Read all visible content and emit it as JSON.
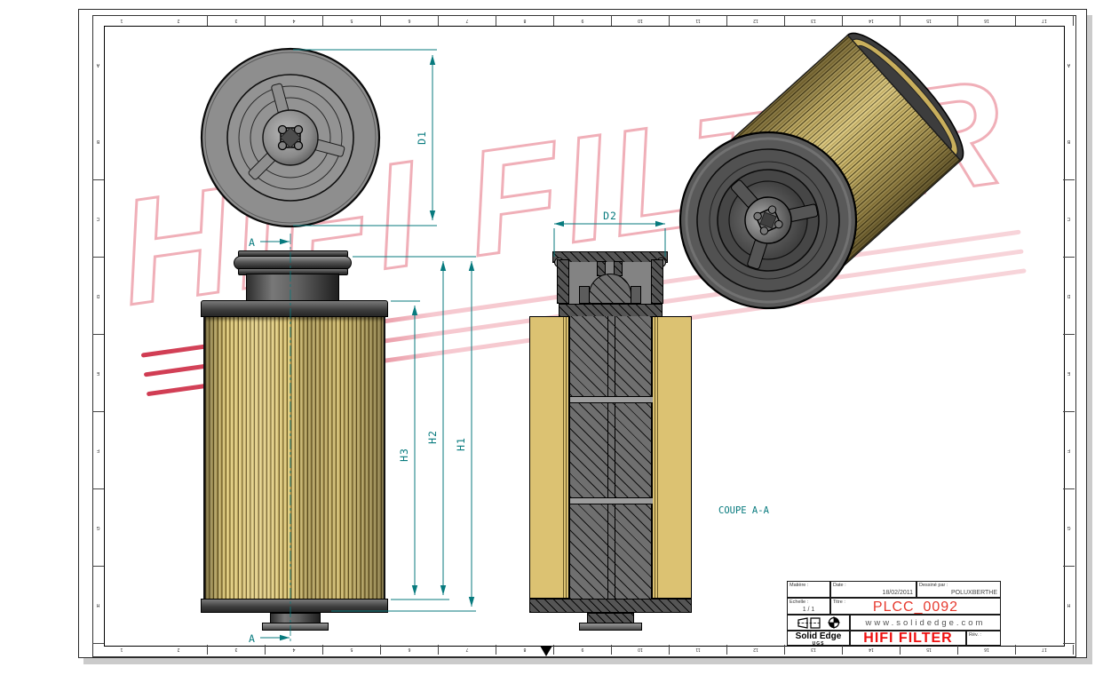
{
  "sheet": {
    "zones_horizontal": [
      "1",
      "2",
      "3",
      "4",
      "5",
      "6",
      "7",
      "8",
      "9",
      "10",
      "11",
      "12",
      "13",
      "14",
      "15",
      "16",
      "17"
    ],
    "zones_vertical": [
      "A",
      "B",
      "C",
      "D",
      "E",
      "F",
      "G",
      "H"
    ]
  },
  "drawing": {
    "dimension_labels": {
      "d1": "D1",
      "d2": "D2",
      "h1": "H1",
      "h2": "H2",
      "h3": "H3"
    },
    "section_labels": {
      "cut_arrow_top": "A",
      "cut_arrow_bottom": "A",
      "section_title": "COUPE A-A"
    }
  },
  "watermark": {
    "text": "HIFI FILTER"
  },
  "title_block": {
    "material_label": "Matière :",
    "date_label": "Date :",
    "date_value": "18/02/2011",
    "drawn_by_label": "Dessiné par :",
    "drawn_by_value": "POLUXBERTHE",
    "scale_label": "Echelle :",
    "scale_value": "1 / 1",
    "title_label": "Titre :",
    "title_value": "PLCC_0092",
    "website": "www.solidedge.com",
    "brand_name": "Solid Edge",
    "brand_sub": "UGS",
    "company": "HIFI FILTER",
    "revision_label": "Rév. :"
  },
  "colors": {
    "dimension_teal": "#077a7e",
    "media_yellow": "#d9c478",
    "cap_gray": "#4d4d4d",
    "title_red": "#e6392e",
    "company_red": "#ee1010",
    "watermark_pink": "#e7748f"
  }
}
